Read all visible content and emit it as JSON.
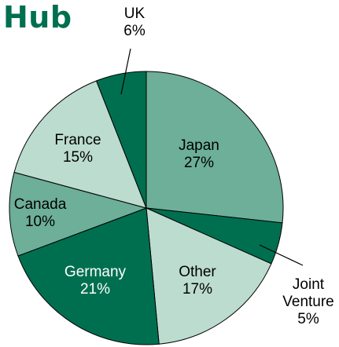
{
  "chart_data": {
    "type": "pie",
    "title": "Hub",
    "slices": [
      {
        "label": "Japan",
        "value": 27,
        "value_text": "27%",
        "color": "#6daf98",
        "text_color": "#000000"
      },
      {
        "label": "Joint Venture",
        "value": 5,
        "value_text": "5%",
        "color": "#006f50",
        "text_color": "#000000"
      },
      {
        "label": "Other",
        "value": 17,
        "value_text": "17%",
        "color": "#bcdccf",
        "text_color": "#000000"
      },
      {
        "label": "Germany",
        "value": 21,
        "value_text": "21%",
        "color": "#006f50",
        "text_color": "#ffffff"
      },
      {
        "label": "Canada",
        "value": 10,
        "value_text": "10%",
        "color": "#6daf98",
        "text_color": "#000000"
      },
      {
        "label": "France",
        "value": 15,
        "value_text": "15%",
        "color": "#bcdccf",
        "text_color": "#000000"
      },
      {
        "label": "UK",
        "value": 6,
        "value_text": "6%",
        "color": "#006f50",
        "text_color": "#000000"
      }
    ],
    "title_color": "#006f50",
    "outline_color": "#000000"
  }
}
